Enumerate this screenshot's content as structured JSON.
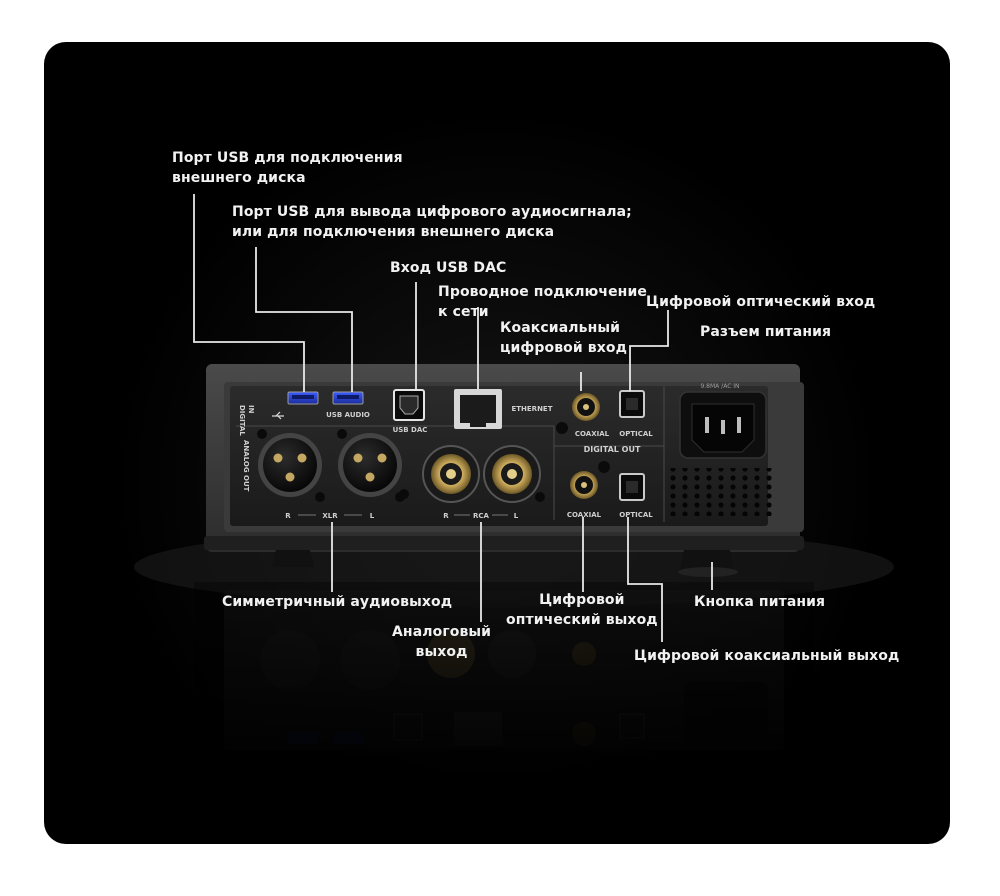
{
  "labels": {
    "usb_disk": [
      "Порт USB для подключения",
      "внешнего диска"
    ],
    "usb_audio": [
      "Порт USB для вывода цифрового аудиосигнала;",
      "или для подключения внешнего диска"
    ],
    "usb_dac": "Вход USB DAC",
    "ethernet": [
      "Проводное подключение",
      "к сети"
    ],
    "coaxial_in": [
      "Коаксиальный",
      "цифровой вход"
    ],
    "optical_in": "Цифровой оптический вход",
    "power_socket": "Разъем питания",
    "balanced_out": "Симметричный аудиовыход",
    "analog_out": [
      "Аналоговый",
      "выход"
    ],
    "optical_out": [
      "Цифровой",
      "оптический выход"
    ],
    "power_button": "Кнопка питания",
    "coaxial_out": "Цифровой коаксиальный выход"
  },
  "panel": {
    "digital_in": [
      "DIGITAL",
      "IN"
    ],
    "usb_audio": "USB AUDIO",
    "usb_dac": "USB DAC",
    "ethernet": "ETHERNET",
    "coaxial": "COAXIAL",
    "optical": "OPTICAL",
    "power_rating": "9.8MA /AC IN",
    "analog_out": "ANALOG OUT",
    "digital_out": "DIGITAL OUT",
    "xlr_group": [
      "R",
      "XLR",
      "L"
    ],
    "rca_group": [
      "R",
      "RCA",
      "L"
    ]
  }
}
